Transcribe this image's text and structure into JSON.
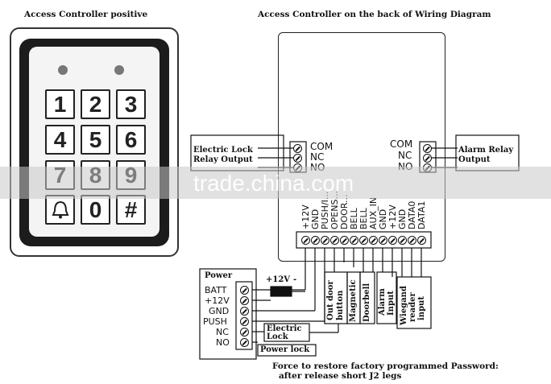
{
  "titles": {
    "left": "Access Controller positive",
    "right": "Access Controller on the back of Wiring Diagram"
  },
  "keypad": {
    "keys": [
      "1",
      "2",
      "3",
      "4",
      "5",
      "6",
      "7",
      "8",
      "9",
      "bell",
      "0",
      "#"
    ]
  },
  "watermark": "trade.china.com",
  "relays": {
    "left_label_1": "Electric Lock",
    "left_label_2": "Relay Output",
    "right_label_1": "Alarm Relay",
    "right_label_2": "Output",
    "left_terms": [
      "COM",
      "NC",
      "NO"
    ],
    "right_terms": [
      "COM",
      "NC",
      "NO"
    ]
  },
  "bottom_terminals": [
    "+12V",
    "GND",
    "PUSH/I...",
    "OPENS...",
    "DOOR...",
    "BELL",
    "BELL",
    "AUX_IN",
    "GND",
    "+12V",
    "GND",
    "DATA0",
    "DATA1"
  ],
  "power": {
    "title": "Power",
    "terms": [
      "BATT",
      "+12V",
      "GND",
      "PUSH",
      "NC",
      "NO"
    ],
    "battery_label": "+12V",
    "battery_minus": "-"
  },
  "devices": {
    "out_door_1": "Out door",
    "out_door_2": "button",
    "magnetic": "Magnetic",
    "doorbell": "Doorbell",
    "alarm_1": "Alarm",
    "alarm_2": "Input",
    "wiegand_1": "Wiegand",
    "wiegand_2": "reader",
    "wiegand_3": "input",
    "electric_lock_1": "Electric",
    "electric_lock_2": "Lock",
    "power_lock": "Power lock"
  },
  "footer": {
    "line1": "Force to restore factory programmed Password:",
    "line2": "after  release  short J2 legs"
  }
}
